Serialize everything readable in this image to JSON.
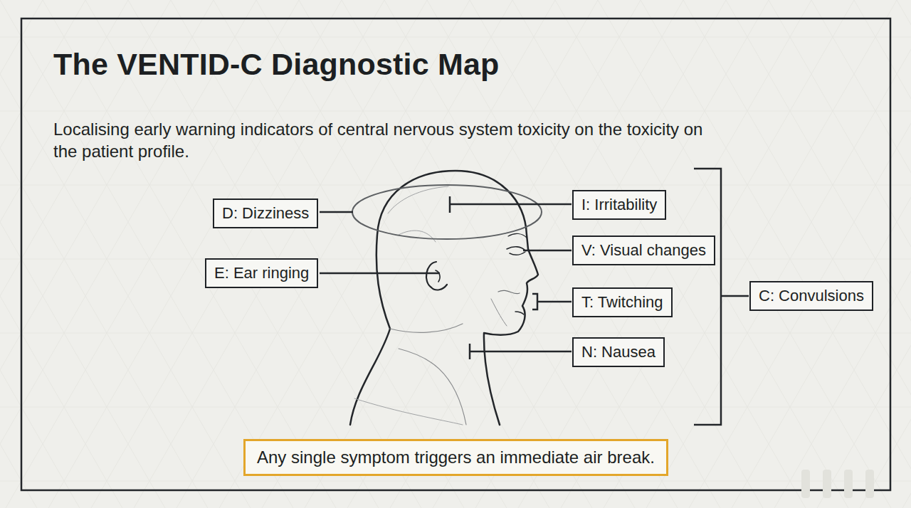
{
  "diagram": {
    "title": "The VENTID-C Diagnostic Map",
    "caption": "Localising early warning indicators of central nervous system toxicity on the toxicity on the patient profile.",
    "nodes": [
      {
        "text": [
          "D: Dizziness"
        ]
      },
      {
        "text": [
          "I: Irritability"
        ]
      },
      {
        "text": [
          "V: Visual changes"
        ]
      },
      {
        "text": [
          "E: Ear ringing"
        ]
      },
      {
        "text": [
          "T: Twitching"
        ]
      },
      {
        "text": [
          "N: Nausea"
        ]
      },
      {
        "text": [
          "C: Convulsions"
        ]
      },
      {
        "text": [
          "Any single symptom triggers an immediate air break."
        ]
      }
    ]
  }
}
